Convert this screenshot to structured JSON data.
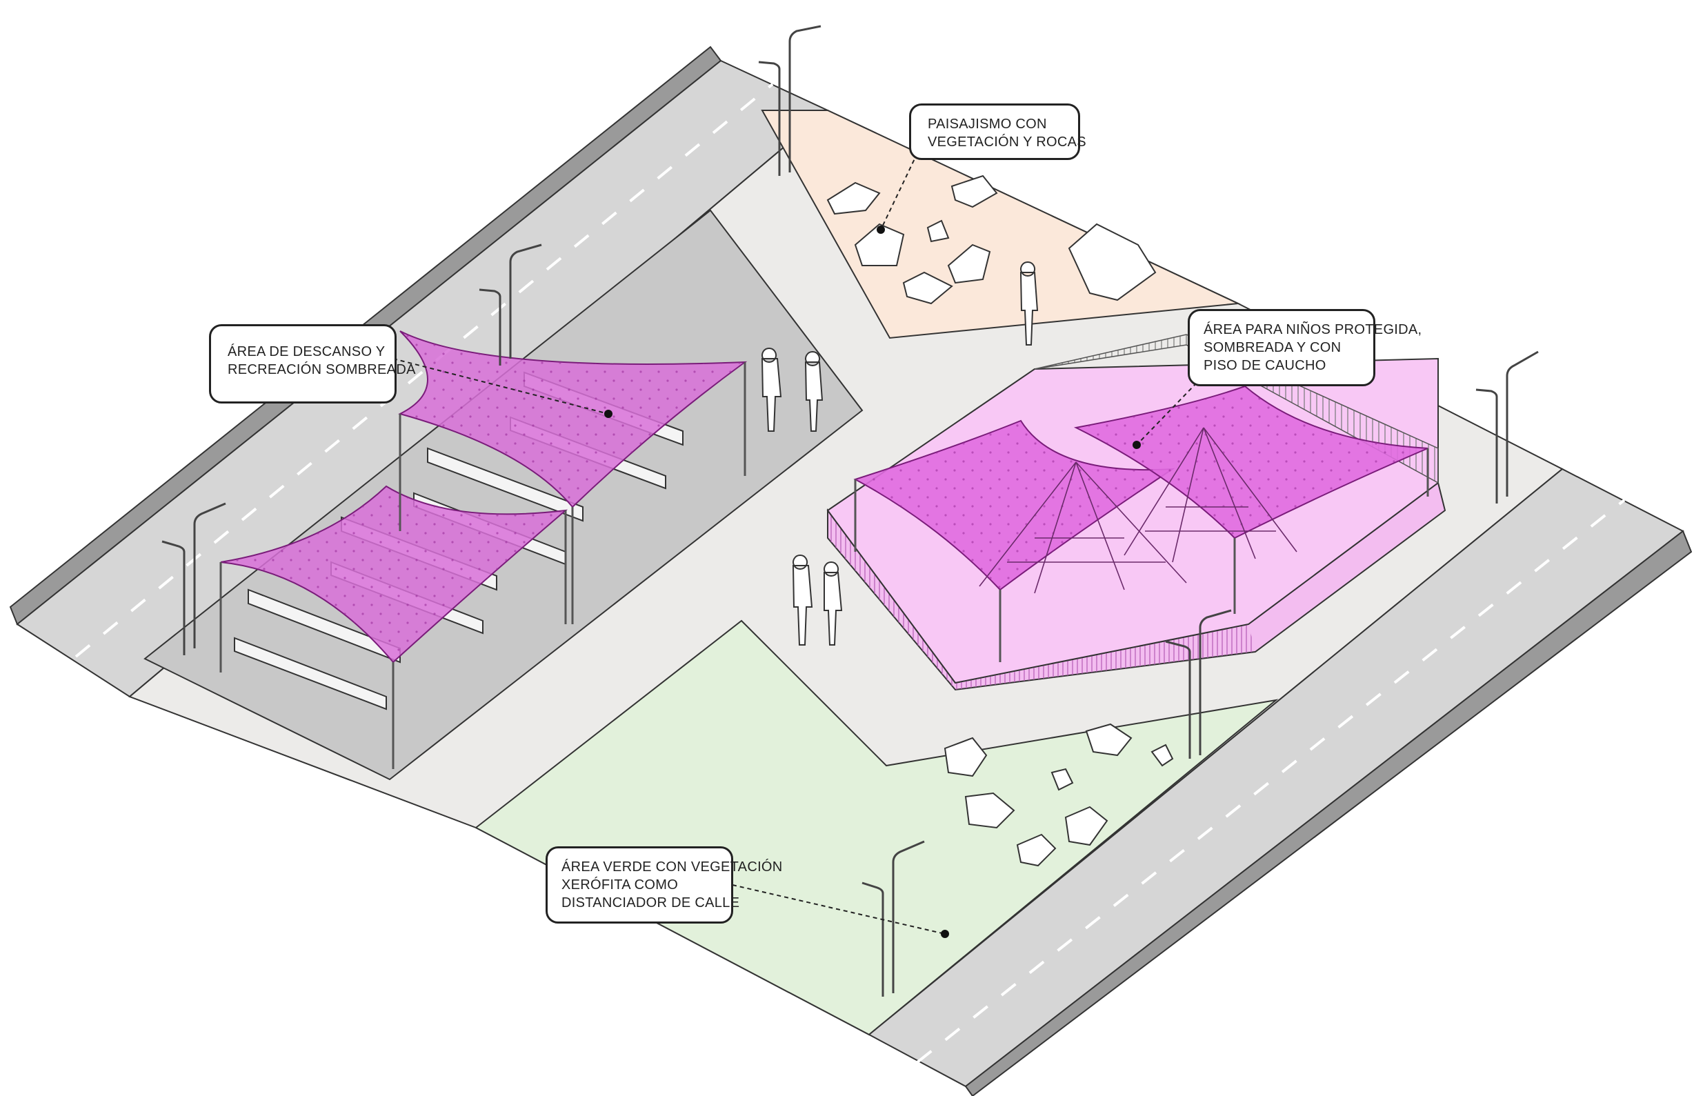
{
  "colors": {
    "road": "#c8c8c8",
    "road_edge": "#8c8c8c",
    "plaza": "#ecebe9",
    "rest_area": "#c9c9c9",
    "landscape_area": "#fbe9dc",
    "green_area": "#e2f1dc",
    "kids_floor": "#f7c6f5",
    "shade_sail": "#d86ad8",
    "outline": "#333333"
  },
  "callouts": {
    "landscape": {
      "line1": "PAISAJISMO CON",
      "line2": "VEGETACIÓN Y ROCAS"
    },
    "rest": {
      "line1": "ÁREA DE DESCANSO Y",
      "line2": "RECREACIÓN SOMBREADA"
    },
    "kids": {
      "line1": "ÁREA PARA NIÑOS PROTEGIDA,",
      "line2": "SOMBREADA Y CON",
      "line3": "PISO DE CAUCHO"
    },
    "green": {
      "line1": "ÁREA VERDE CON VEGETACIÓN",
      "line2": "XERÓFITA COMO",
      "line3": "DISTANCIADOR DE CALLE"
    }
  }
}
